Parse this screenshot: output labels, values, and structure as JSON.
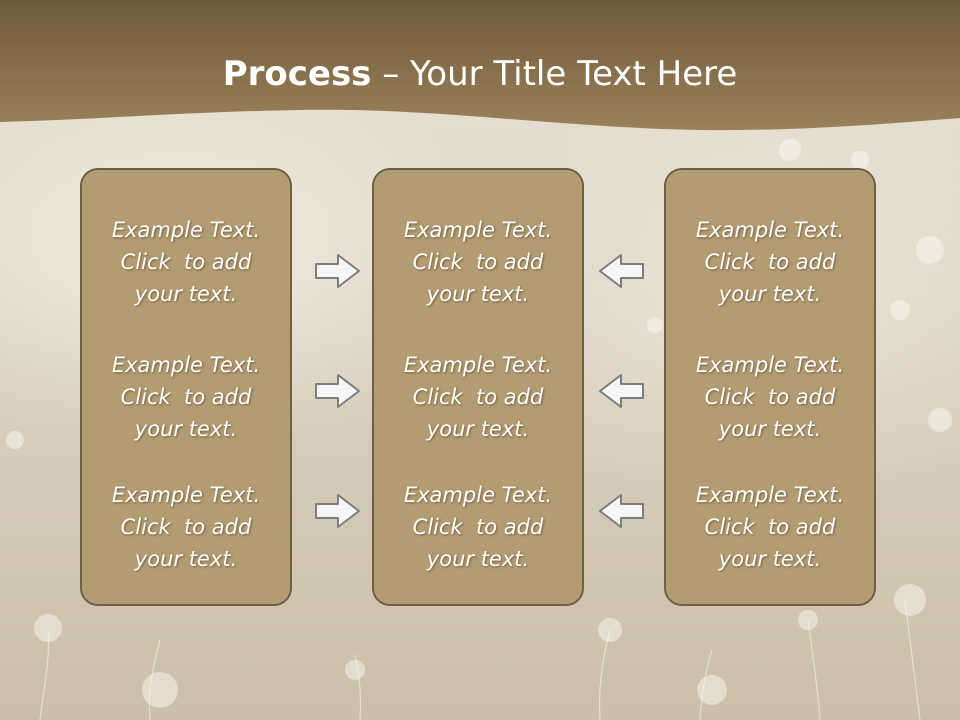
{
  "slide": {
    "title_bold": "Process",
    "title_rest": " – Your Title Text Here"
  },
  "columns": [
    {
      "items": [
        {
          "line1": "Example Text.",
          "line2": "Click  to add",
          "line3": "your text."
        },
        {
          "line1": "Example Text.",
          "line2": "Click  to add",
          "line3": "your text."
        },
        {
          "line1": "Example Text.",
          "line2": "Click  to add",
          "line3": "your text."
        }
      ]
    },
    {
      "items": [
        {
          "line1": "Example Text.",
          "line2": "Click  to add",
          "line3": "your text."
        },
        {
          "line1": "Example Text.",
          "line2": "Click  to add",
          "line3": "your text."
        },
        {
          "line1": "Example Text.",
          "line2": "Click  to add",
          "line3": "your text."
        }
      ]
    },
    {
      "items": [
        {
          "line1": "Example Text.",
          "line2": "Click  to add",
          "line3": "your text."
        },
        {
          "line1": "Example Text.",
          "line2": "Click  to add",
          "line3": "your text."
        },
        {
          "line1": "Example Text.",
          "line2": "Click  to add",
          "line3": "your text."
        }
      ]
    }
  ],
  "arrows": {
    "left_column": [
      "arrow-right-icon",
      "arrow-right-icon",
      "arrow-right-icon"
    ],
    "right_column": [
      "arrow-left-icon",
      "arrow-left-icon",
      "arrow-left-icon"
    ]
  },
  "colors": {
    "banner": "#8f7652",
    "box_fill": "#b39c72",
    "box_border": "#6e6047",
    "text": "#ffffff"
  }
}
